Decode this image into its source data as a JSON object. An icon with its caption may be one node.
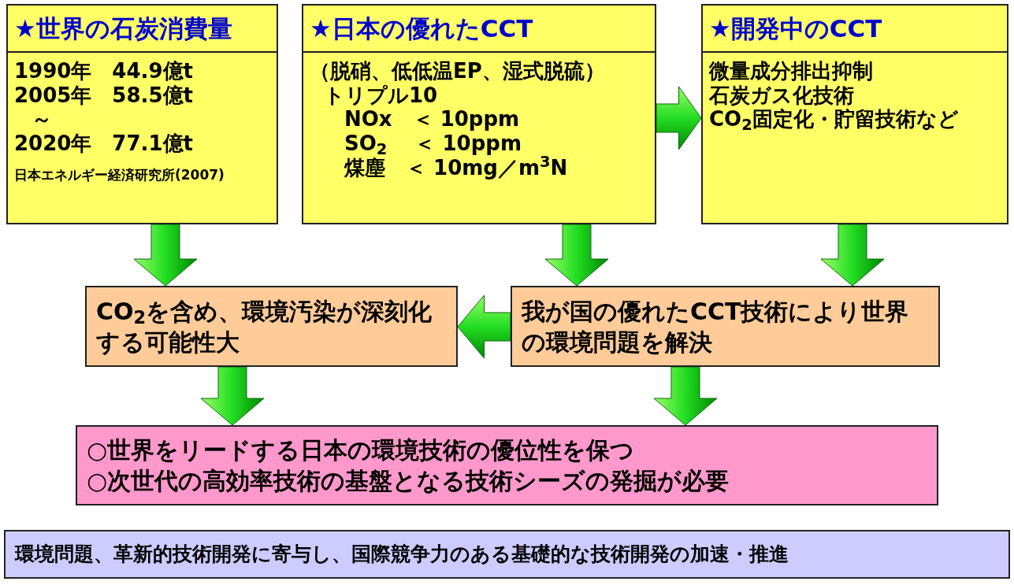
{
  "diagram": {
    "nodes": [
      {
        "text": [
          "★世界の石炭消費量",
          "1990年　44.9億t",
          "2005年　58.5億t",
          "～",
          "2020年　77.1億t",
          "日本エネルギー経済研究所(2007)"
        ]
      },
      {
        "text": [
          "★日本の優れたCCT",
          "（脱硝、低低温EP、湿式脱硫）",
          "トリプル10",
          "NOx　＜ 10ppm",
          "SO$_{2}$　 ＜ 10ppm",
          "煤塵　＜ 10mg／m$^{3}$N"
        ]
      },
      {
        "text": [
          "★開発中のCCT",
          "微量成分排出抑制",
          "石炭ガス化技術",
          "CO$_{2}$固定化・貯留技術など"
        ]
      },
      {
        "text": [
          "CO$_{2}$を含め、環境汚染が深刻化する可能性大"
        ]
      },
      {
        "text": [
          "我が国の優れたCCT技術により世界の環境問題を解決"
        ]
      },
      {
        "text": [
          "○世界をリードする日本の環境技術の優位性を保つ",
          "○次世代の高効率技術の基盤となる技術シーズの発掘が必要"
        ]
      },
      {
        "text": [
          "環境問題、革新的技術開発に寄与し、国際競争力のある基礎的な技術開発の加速・推進"
        ]
      }
    ],
    "edges": [
      {
        "from": 1,
        "to": 2,
        "arrow": "to"
      },
      {
        "from": 0,
        "to": 3,
        "arrow": "to"
      },
      {
        "from": 1,
        "to": 4,
        "arrow": "to"
      },
      {
        "from": 2,
        "to": 4,
        "arrow": "to"
      },
      {
        "from": 4,
        "to": 3,
        "arrow": "to"
      },
      {
        "from": 3,
        "to": 5,
        "arrow": "to"
      },
      {
        "from": 4,
        "to": 5,
        "arrow": "to"
      }
    ]
  }
}
